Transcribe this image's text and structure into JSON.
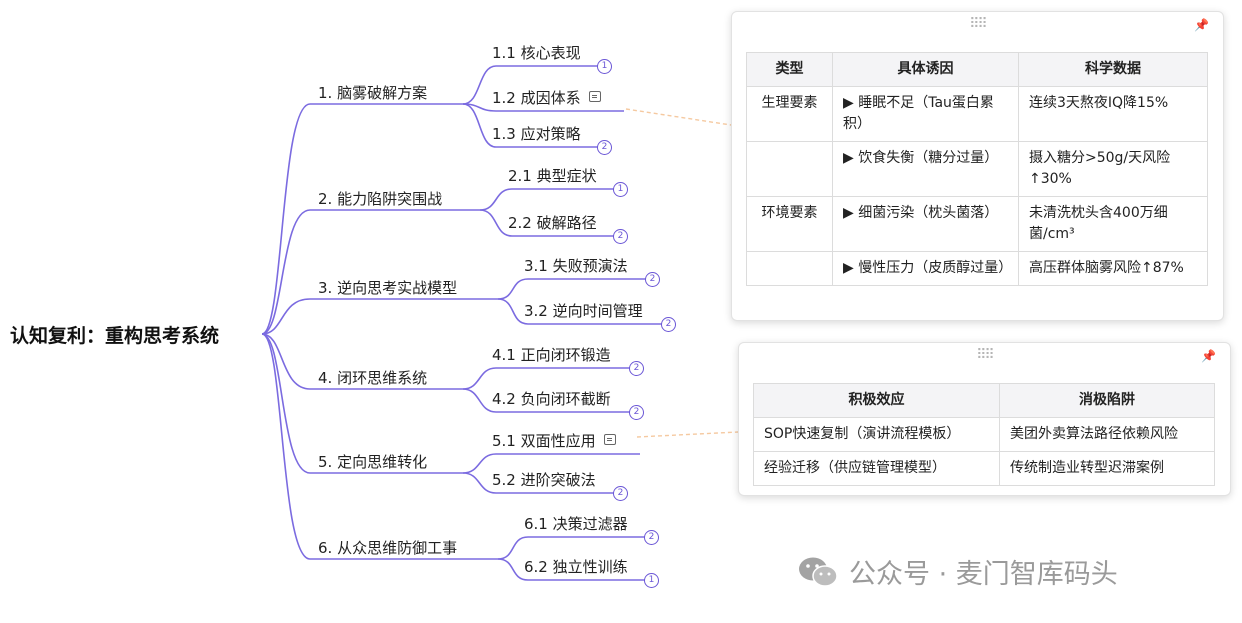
{
  "mindmap": {
    "root": "认知复利：重构思考系统",
    "branches": [
      {
        "label": "1. 脑雾破解方案",
        "children": [
          {
            "label": "1.1 核心表现",
            "badge": "1",
            "note": false
          },
          {
            "label": "1.2 成因体系",
            "badge": "",
            "note": true
          },
          {
            "label": "1.3 应对策略",
            "badge": "2",
            "note": false
          }
        ]
      },
      {
        "label": "2. 能力陷阱突围战",
        "children": [
          {
            "label": "2.1 典型症状",
            "badge": "1",
            "note": false
          },
          {
            "label": "2.2 破解路径",
            "badge": "2",
            "note": false
          }
        ]
      },
      {
        "label": "3. 逆向思考实战模型",
        "children": [
          {
            "label": "3.1 失败预演法",
            "badge": "2",
            "note": false
          },
          {
            "label": "3.2 逆向时间管理",
            "badge": "2",
            "note": false
          }
        ]
      },
      {
        "label": "4. 闭环思维系统",
        "children": [
          {
            "label": "4.1 正向闭环锻造",
            "badge": "2",
            "note": false
          },
          {
            "label": "4.2 负向闭环截断",
            "badge": "2",
            "note": false
          }
        ]
      },
      {
        "label": "5. 定向思维转化",
        "children": [
          {
            "label": "5.1 双面性应用",
            "badge": "",
            "note": true
          },
          {
            "label": "5.2 进阶突破法",
            "badge": "2",
            "note": false
          }
        ]
      },
      {
        "label": "6. 从众思维防御工事",
        "children": [
          {
            "label": "6.1 决策过滤器",
            "badge": "2",
            "note": false
          },
          {
            "label": "6.2 独立性训练",
            "badge": "1",
            "note": false
          }
        ]
      }
    ]
  },
  "table1": {
    "headers": [
      "类型",
      "具体诱因",
      "科学数据"
    ],
    "rows": [
      [
        "生理要素",
        "▶ 睡眠不足（Tau蛋白累积）",
        "连续3天熬夜IQ降15%"
      ],
      [
        "",
        "▶ 饮食失衡（糖分过量）",
        "摄入糖分>50g/天风险↑30%"
      ],
      [
        "环境要素",
        "▶ 细菌污染（枕头菌落）",
        "未清洗枕头含400万细菌/cm³"
      ],
      [
        "",
        "▶ 慢性压力（皮质醇过量）",
        "高压群体脑雾风险↑87%"
      ]
    ]
  },
  "table2": {
    "headers": [
      "积极效应",
      "消极陷阱"
    ],
    "rows": [
      [
        "SOP快速复制（演讲流程模板）",
        "美团外卖算法路径依赖风险"
      ],
      [
        "经验迁移（供应链管理模型）",
        "传统制造业转型迟滞案例"
      ]
    ]
  },
  "popup": {
    "grip_icon": "drag-grip-icon",
    "pin_icon": "pin-icon"
  },
  "watermark": "公众号 · 麦门智库码头",
  "colors": {
    "line": "#7b6be0",
    "badge": "#6b57d6",
    "connector": "#f5c9a0"
  }
}
